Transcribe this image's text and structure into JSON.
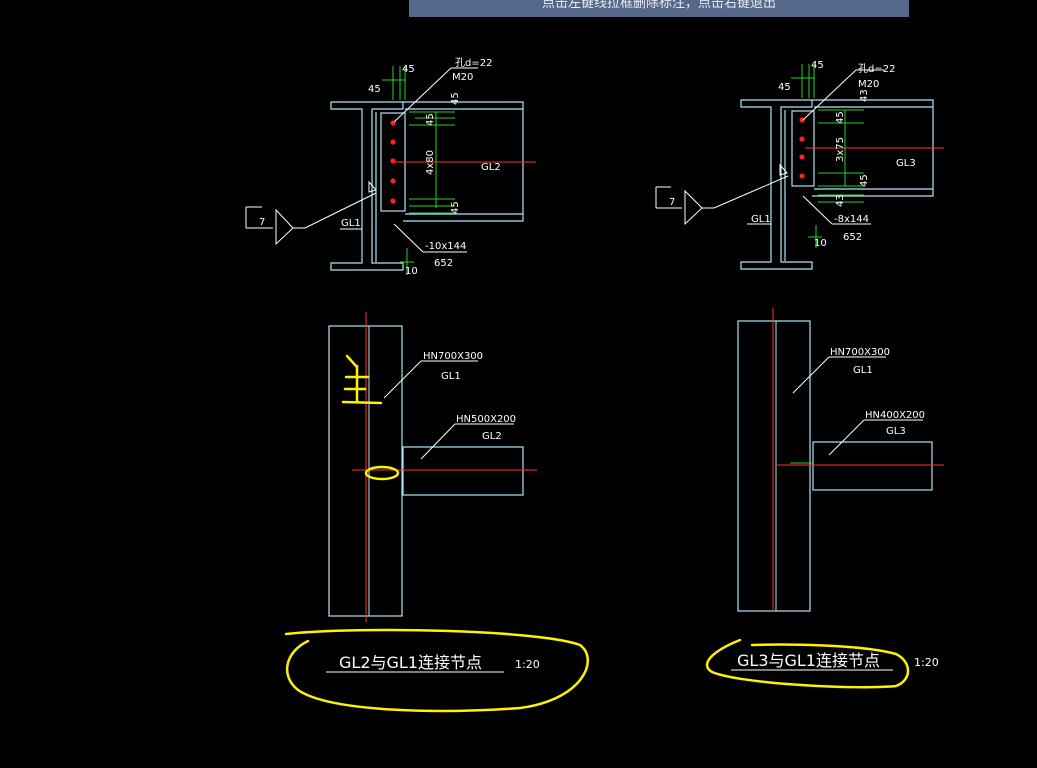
{
  "hint": {
    "text": "点击左键线拉框删除标注，点击右键退出"
  },
  "colors": {
    "beam": "#aee4f5",
    "dim": "#29d129",
    "axis": "#ff3030",
    "bolt": "#ff2020",
    "markup": "#fff200",
    "text": "#ffffff"
  },
  "left": {
    "bolt_spec": "孔d=22",
    "bolt_grade": "M20",
    "dim_45a": "45",
    "dim_45b": "45",
    "dim_45c": "45",
    "dim_45d": "45",
    "dim_45e": "45",
    "bolt_spacing": "4x80",
    "beam_label": "GL2",
    "column_label": "GL1",
    "plate": "-10x144",
    "plate_len": "652",
    "gap": "10",
    "weld_size": "7",
    "column_section": "HN700X300",
    "column_name": "GL1",
    "beam_section": "HN500X200",
    "beam_name": "GL2",
    "markup_char": "主",
    "caption": "GL2与GL1连接节点",
    "scale": "1:20"
  },
  "right": {
    "bolt_spec": "孔d=22",
    "bolt_grade": "M20",
    "dim_45a": "45",
    "dim_45b": "45",
    "dim_43a": "43",
    "dim_45c": "45",
    "dim_45d": "45",
    "dim_43b": "43",
    "bolt_spacing": "3x75",
    "beam_label": "GL3",
    "column_label": "GL1",
    "plate": "-8x144",
    "plate_len": "652",
    "gap": "10",
    "weld_size": "7",
    "column_section": "HN700X300",
    "column_name": "GL1",
    "beam_section": "HN400X200",
    "beam_name": "GL3",
    "caption": "GL3与GL1连接节点",
    "scale": "1:20"
  }
}
